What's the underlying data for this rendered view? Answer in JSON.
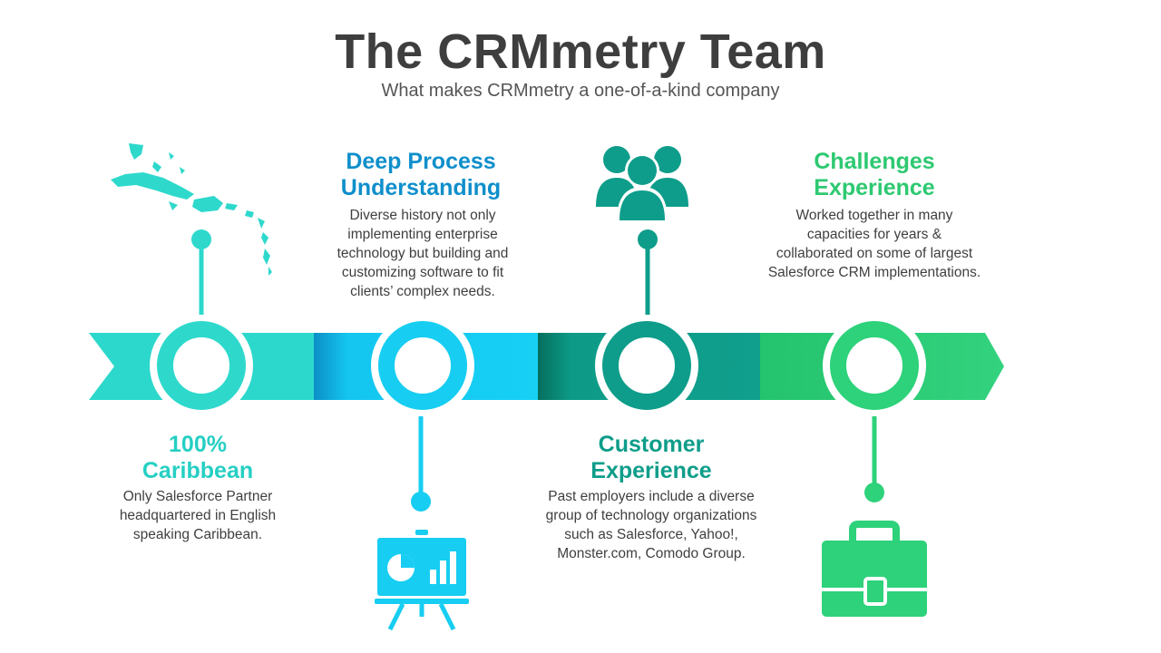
{
  "header": {
    "title": "The CRMmetry Team",
    "subtitle": "What makes CRMmetry a one-of-a-kind company"
  },
  "milestones": [
    {
      "id": "caribbean",
      "heading_lines": [
        "100%",
        "Caribbean"
      ],
      "body": "Only Salesforce Partner headquartered in English speaking Caribbean.",
      "icon": "caribbean-map-icon",
      "color": "#22cfc0"
    },
    {
      "id": "process",
      "heading_lines": [
        "Deep Process",
        "Understanding"
      ],
      "body": "Diverse history not only implementing enterprise technology but building and customizing software to fit clients’ complex needs.",
      "icon": "presentation-board-icon",
      "color": "#12b6e2"
    },
    {
      "id": "customer",
      "heading_lines": [
        "Customer",
        "Experience"
      ],
      "body": "Past employers include a diverse group of technology organizations such as Salesforce, Yahoo!, Monster.com, Comodo Group.",
      "icon": "team-people-icon",
      "color": "#0f9c89"
    },
    {
      "id": "challenges",
      "heading_lines": [
        "Challenges",
        "Experience"
      ],
      "body": "Worked together in many capacities for years & collaborated on some of largest Salesforce CRM implementations.",
      "icon": "briefcase-icon",
      "color": "#2ccd7a"
    }
  ],
  "colors": {
    "title": "#3e3e3e",
    "text": "#3f3f3f",
    "seg1": "#2ed9cc",
    "seg2": "#15cdf2",
    "seg3": "#0d9e8b",
    "seg4": "#2dd27a"
  }
}
